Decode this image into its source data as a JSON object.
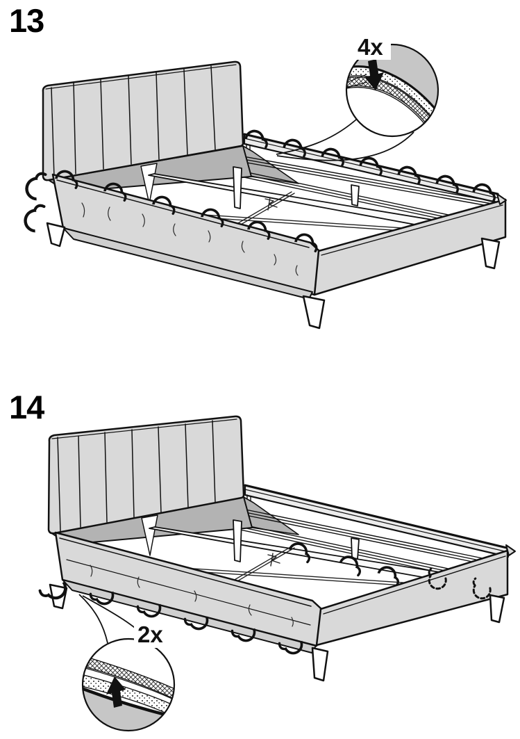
{
  "page": {
    "background_color": "#ffffff",
    "line_color": "#111111",
    "upholstery_color": "#d9d9d9",
    "inner_shadow_color": "#b3b3b3",
    "magnifier_gray_color": "#c6c6c6"
  },
  "steps": [
    {
      "number": "13",
      "callout": {
        "label": "4x",
        "arrow_direction": "down"
      }
    },
    {
      "number": "14",
      "callout": {
        "label": "2x",
        "arrow_direction": "up"
      }
    }
  ]
}
